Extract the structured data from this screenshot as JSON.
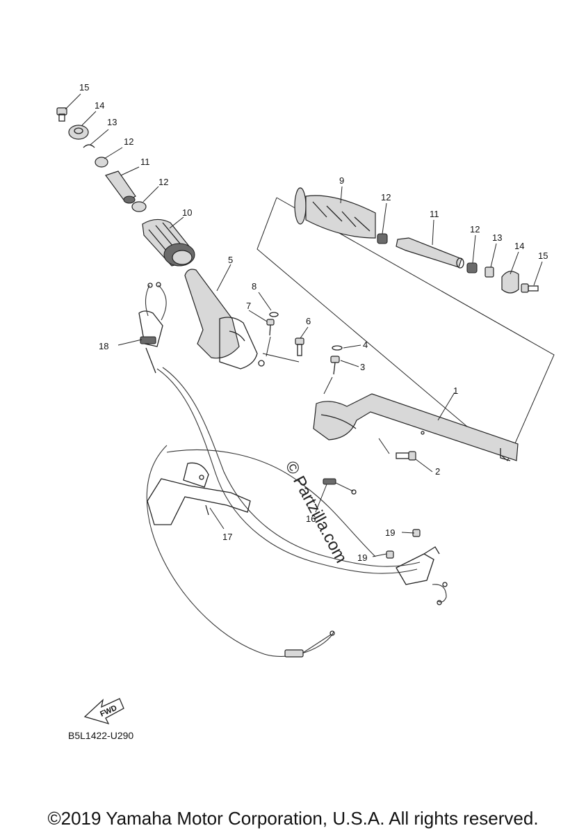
{
  "diagram_code": "B5L1422-U290",
  "copyright": "©2019 Yamaha Motor Corporation, U.S.A. All rights reserved.",
  "watermark": "© Partzilla.com",
  "fwd_label": "FWD",
  "callouts": {
    "c1": "1",
    "c2": "2",
    "c3": "3",
    "c4": "4",
    "c5": "5",
    "c6": "6",
    "c7": "7",
    "c8": "8",
    "c9": "9",
    "c10": "10",
    "c11a": "11",
    "c11b": "11",
    "c12a": "12",
    "c12b": "12",
    "c12c": "12",
    "c12d": "12",
    "c13a": "13",
    "c13b": "13",
    "c14a": "14",
    "c14b": "14",
    "c15a": "15",
    "c15b": "15",
    "c16": "16",
    "c17": "17",
    "c18": "18",
    "c19a": "19",
    "c19b": "19"
  }
}
